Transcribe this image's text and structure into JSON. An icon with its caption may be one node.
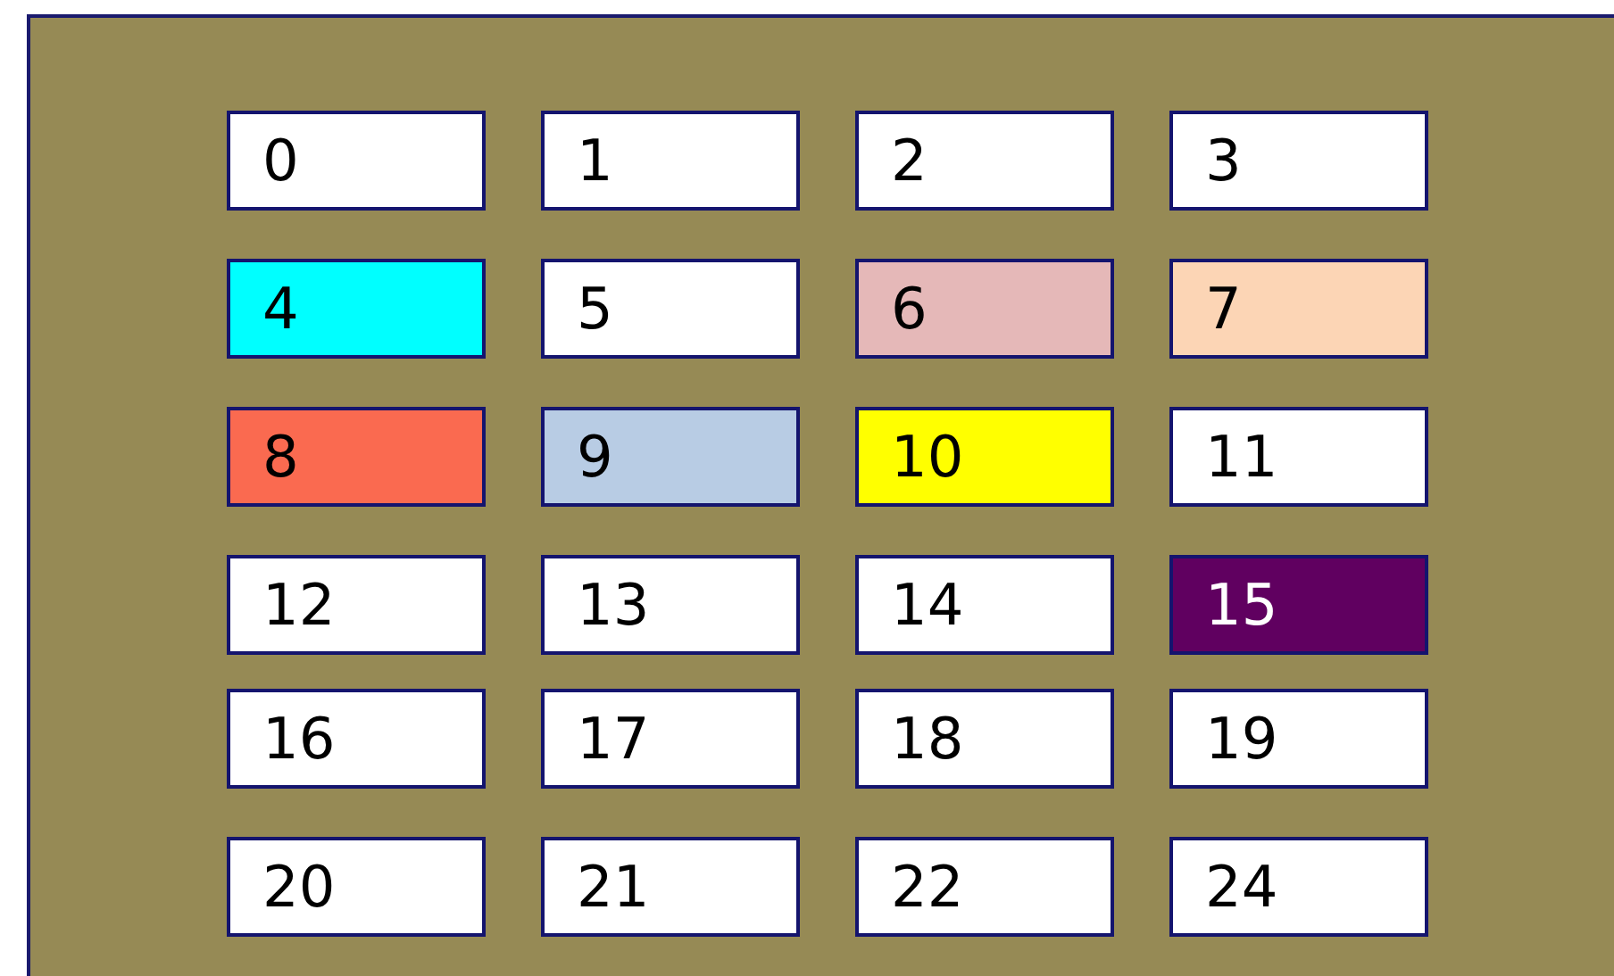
{
  "diagram": {
    "nodes": [
      {
        "text": [
          "0"
        ]
      },
      {
        "text": [
          "1"
        ]
      },
      {
        "text": [
          "2"
        ]
      },
      {
        "text": [
          "3"
        ]
      },
      {
        "text": [
          "4"
        ]
      },
      {
        "text": [
          "5"
        ]
      },
      {
        "text": [
          "6"
        ]
      },
      {
        "text": [
          "7"
        ]
      },
      {
        "text": [
          "8"
        ]
      },
      {
        "text": [
          "9"
        ]
      },
      {
        "text": [
          "10"
        ]
      },
      {
        "text": [
          "11"
        ]
      },
      {
        "text": [
          "12"
        ]
      },
      {
        "text": [
          "13"
        ]
      },
      {
        "text": [
          "14"
        ]
      },
      {
        "text": [
          "15"
        ]
      },
      {
        "text": [
          "16"
        ]
      },
      {
        "text": [
          "17"
        ]
      },
      {
        "text": [
          "18"
        ]
      },
      {
        "text": [
          "19"
        ]
      },
      {
        "text": [
          "20"
        ]
      },
      {
        "text": [
          "21"
        ]
      },
      {
        "text": [
          "22"
        ]
      },
      {
        "text": [
          "24"
        ]
      }
    ]
  }
}
